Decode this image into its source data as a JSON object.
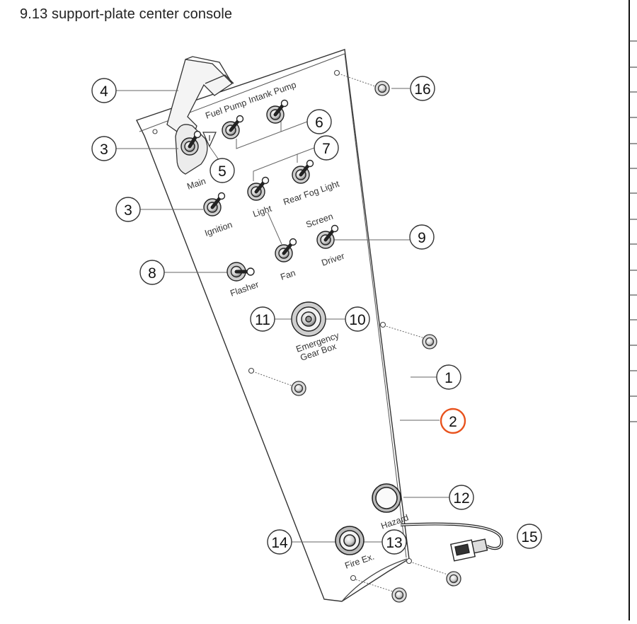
{
  "title": "9.13  support-plate center console",
  "accent_color": "#e8531e",
  "selected_callout": "2",
  "callouts": [
    {
      "id": "c4",
      "num": "4"
    },
    {
      "id": "c16",
      "num": "16"
    },
    {
      "id": "c6",
      "num": "6"
    },
    {
      "id": "c3a",
      "num": "3"
    },
    {
      "id": "c7",
      "num": "7"
    },
    {
      "id": "c5",
      "num": "5"
    },
    {
      "id": "c3b",
      "num": "3"
    },
    {
      "id": "c9",
      "num": "9"
    },
    {
      "id": "c8",
      "num": "8"
    },
    {
      "id": "c11",
      "num": "11"
    },
    {
      "id": "c10",
      "num": "10"
    },
    {
      "id": "c1",
      "num": "1"
    },
    {
      "id": "c2",
      "num": "2"
    },
    {
      "id": "c12",
      "num": "12"
    },
    {
      "id": "c15",
      "num": "15"
    },
    {
      "id": "c14",
      "num": "14"
    },
    {
      "id": "c13",
      "num": "13"
    }
  ],
  "labels": {
    "fuel_pump": "Fuel Pump",
    "intank_pump": "Intank Pump",
    "main": "Main",
    "ignition": "Ignition",
    "light": "Light",
    "rear_fog_light": "Rear Fog Light",
    "screen": "Screen",
    "driver": "Driver",
    "fan": "Fan",
    "flasher": "Flasher",
    "emergency": "Emergency",
    "gear_box": "Gear Box",
    "hazard": "Hazard",
    "fire_ex": "Fire Ex."
  },
  "icons": {
    "warning_symbol": "warning-triangle-icon",
    "toggle_switch": "toggle-switch-icon",
    "push_button": "push-button-icon",
    "screw": "screw-icon",
    "connector": "connector-icon"
  }
}
